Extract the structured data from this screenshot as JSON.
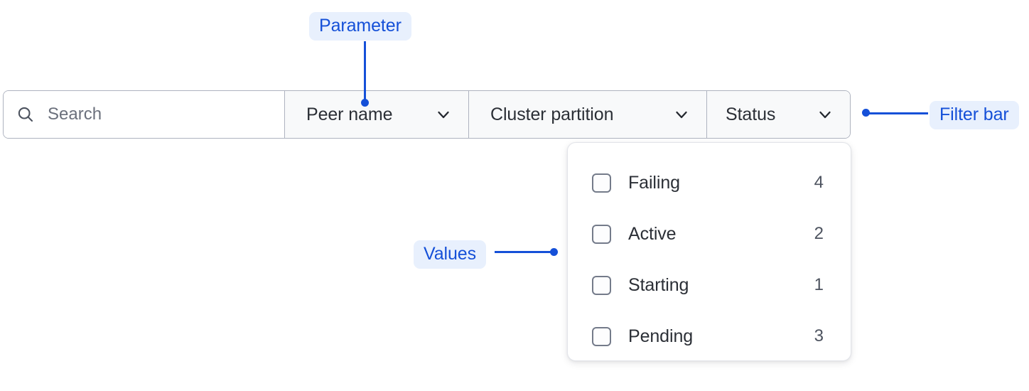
{
  "filter_bar": {
    "search": {
      "icon": "search-icon",
      "placeholder": "Search",
      "value": ""
    },
    "filters": [
      {
        "label": "Peer name",
        "icon": "chevron-down-icon"
      },
      {
        "label": "Cluster partition",
        "icon": "chevron-down-icon"
      },
      {
        "label": "Status",
        "icon": "chevron-down-icon"
      }
    ]
  },
  "dropdown": {
    "open_for": "Status",
    "options": [
      {
        "label": "Failing",
        "count": "4",
        "checked": false
      },
      {
        "label": "Active",
        "count": "2",
        "checked": false
      },
      {
        "label": "Starting",
        "count": "1",
        "checked": false
      },
      {
        "label": "Pending",
        "count": "3",
        "checked": false
      }
    ]
  },
  "annotations": [
    {
      "label": "Parameter",
      "target": "filter-cell-peer-name"
    },
    {
      "label": "Values",
      "target": "dropdown-options"
    },
    {
      "label": "Filter bar",
      "target": "filter-bar"
    }
  ],
  "colors": {
    "accent": "#1550d8",
    "annotation_bg": "#e8f0fd",
    "border": "#aeb3bf",
    "segment_bg": "#f8f9fa",
    "text": "#2b2f36",
    "muted_text": "#6b707c"
  }
}
